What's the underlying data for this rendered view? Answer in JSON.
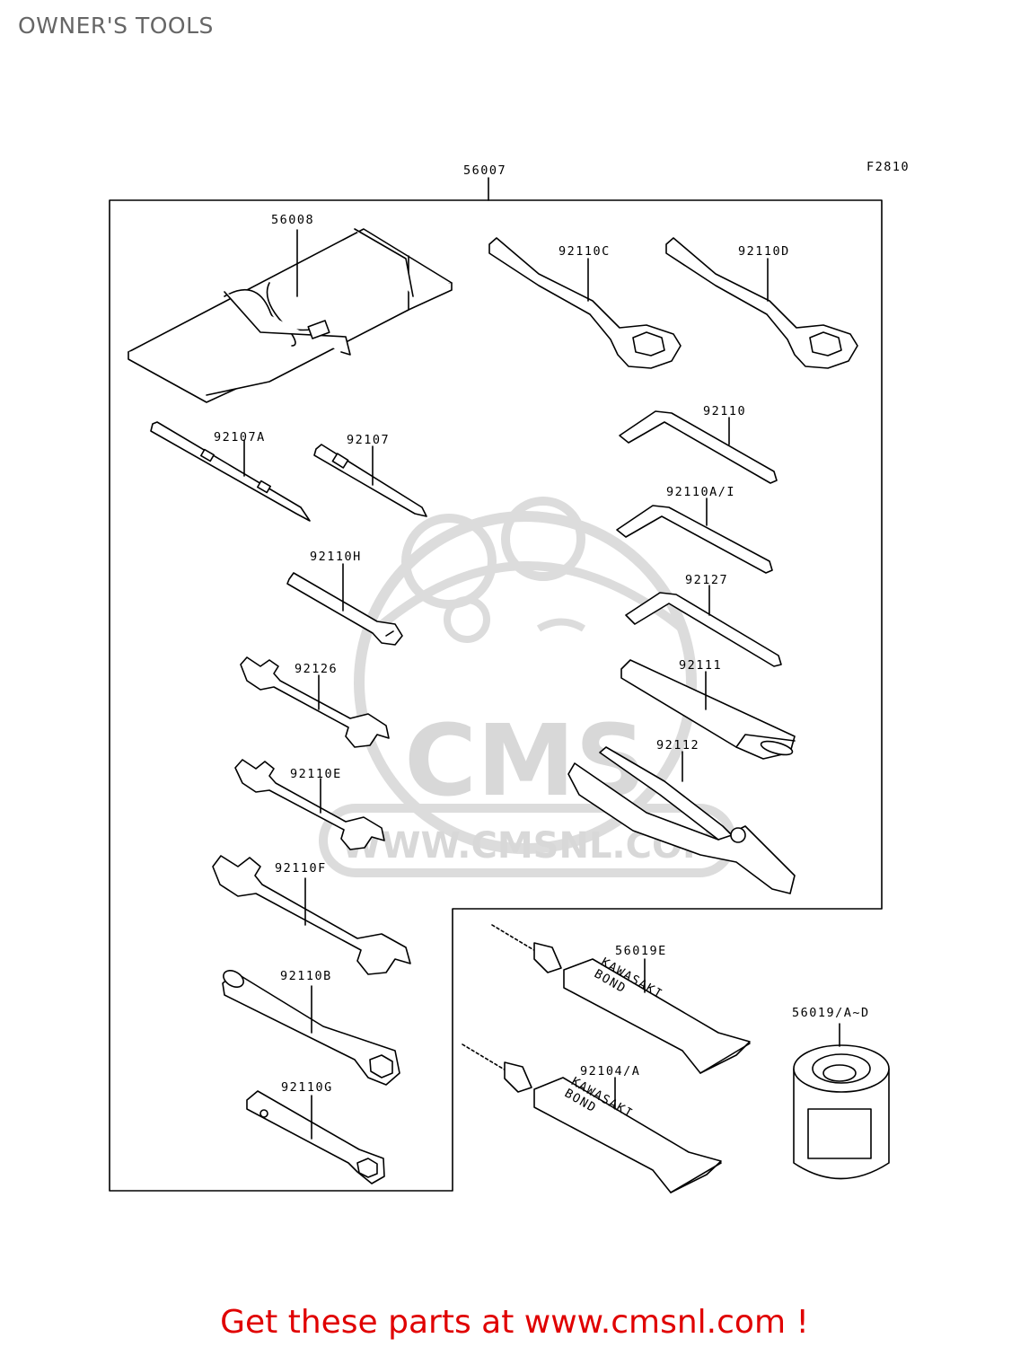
{
  "page": {
    "title": "OWNER'S TOOLS"
  },
  "diagram": {
    "figure_code": "F2810",
    "kit_part": "56007",
    "parts": {
      "p56008": "56008",
      "p92110C": "92110C",
      "p92110D": "92110D",
      "p92107A": "92107A",
      "p92107": "92107",
      "p92110": "92110",
      "p92110AI": "92110A/I",
      "p92110H": "92110H",
      "p92127": "92127",
      "p92126": "92126",
      "p92111": "92111",
      "p92112": "92112",
      "p92110E": "92110E",
      "p92110F": "92110F",
      "p56019E": "56019E",
      "p92110B": "92110B",
      "p56019AD": "56019/A~D",
      "p92104A": "92104/A",
      "p92110G": "92110G"
    },
    "tube_text": {
      "brand": "KAWASAKI",
      "product": "BOND"
    },
    "watermark": {
      "logo": "CMS",
      "url": "WWW.CMSNL.COM"
    }
  },
  "promo": {
    "text": "Get these parts at www.cmsnl.com !"
  },
  "colors": {
    "line": "#000000",
    "watermark": "#d8d8d8",
    "promo": "#e00000",
    "title": "#666666"
  }
}
